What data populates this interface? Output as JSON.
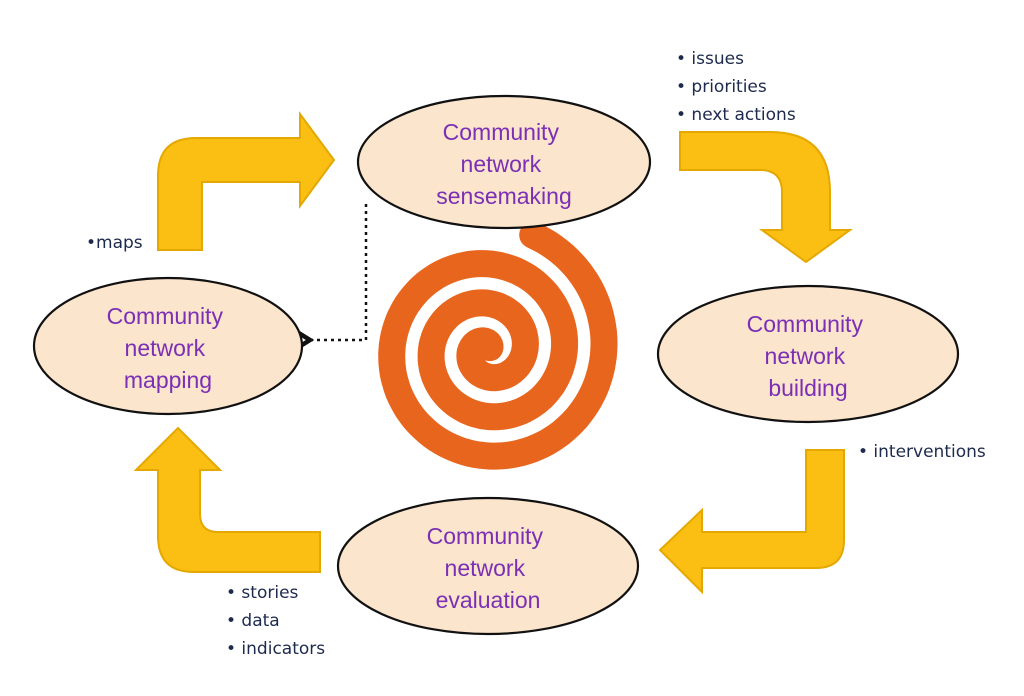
{
  "colors": {
    "node_fill": "#fce5cd",
    "node_stroke": "#111111",
    "node_text": "#7a2fb5",
    "arrow_fill": "#fbbf14",
    "arrow_stroke": "#e4a800",
    "spiral": "#e8651d",
    "bullet_text": "#1d2a4d"
  },
  "nodes": {
    "sensemaking": {
      "lines": [
        "Community",
        "network",
        "sensemaking"
      ]
    },
    "building": {
      "lines": [
        "Community",
        "network",
        "building"
      ]
    },
    "evaluation": {
      "lines": [
        "Community",
        "network",
        "evaluation"
      ]
    },
    "mapping": {
      "lines": [
        "Community",
        "network",
        "mapping"
      ]
    }
  },
  "outputs": {
    "sensemaking": [
      "• issues",
      "• priorities",
      "• next actions"
    ],
    "building": [
      "• interventions"
    ],
    "evaluation": [
      "• stories",
      "• data",
      "• indicators"
    ],
    "mapping": [
      "•maps"
    ]
  },
  "center_icon": "spiral-icon"
}
